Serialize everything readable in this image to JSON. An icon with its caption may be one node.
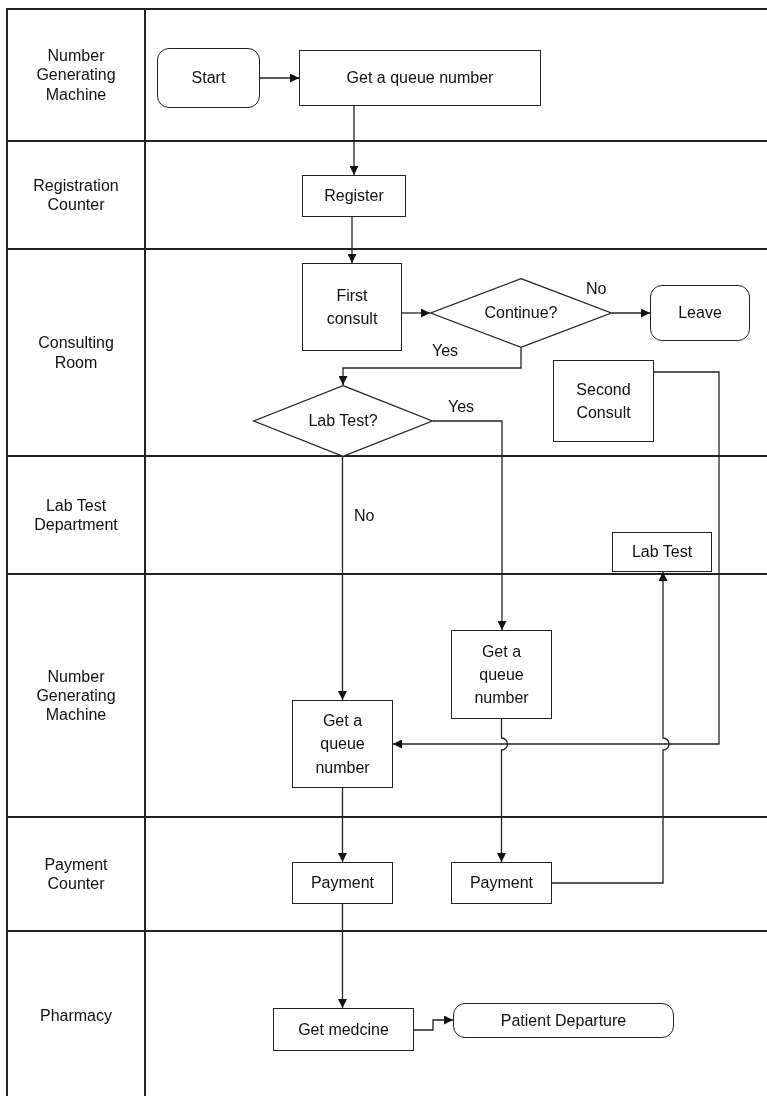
{
  "diagram": {
    "nodes": [
      {
        "text": [
          "Number Generating Machine"
        ]
      },
      {
        "text": [
          "Start"
        ],
        "in": 0
      },
      {
        "text": [
          "Get a queue number"
        ],
        "in": 0
      },
      {
        "text": [
          "Registration Counter"
        ]
      },
      {
        "text": [
          "Register"
        ],
        "in": 3
      },
      {
        "text": [
          "Consulting Room"
        ]
      },
      {
        "text": [
          "First consult"
        ],
        "in": 5
      },
      {
        "text": [
          "Continue?"
        ],
        "in": 5
      },
      {
        "text": [
          "Leave"
        ],
        "in": 5
      },
      {
        "text": [
          "Lab Test?"
        ],
        "in": 5
      },
      {
        "text": [
          "Second Consult"
        ],
        "in": 5
      },
      {
        "text": [
          "Lab Test Department"
        ]
      },
      {
        "text": [
          "Lab Test"
        ],
        "in": 11
      },
      {
        "text": [
          "Number Generating Machine"
        ]
      },
      {
        "text": [
          "Get a queue number"
        ],
        "in": 13
      },
      {
        "text": [
          "Get a queue number"
        ],
        "in": 13
      },
      {
        "text": [
          "Payment Counter"
        ]
      },
      {
        "text": [
          "Payment"
        ],
        "in": 16
      },
      {
        "text": [
          "Payment"
        ],
        "in": 16
      },
      {
        "text": [
          "Pharmacy"
        ]
      },
      {
        "text": [
          "Get medcine"
        ],
        "in": 19
      },
      {
        "text": [
          "Patient Departure"
        ],
        "in": 19
      }
    ],
    "edges": [
      {
        "from": 1,
        "to": 2,
        "arrow": "to"
      },
      {
        "from": 2,
        "to": 4,
        "arrow": "to"
      },
      {
        "from": 4,
        "to": 6,
        "arrow": "to"
      },
      {
        "from": 6,
        "to": 7,
        "arrow": "to"
      },
      {
        "from": 7,
        "to": 8,
        "arrow": "to",
        "label": "No"
      },
      {
        "from": 7,
        "to": 9,
        "arrow": "to",
        "label": "Yes"
      },
      {
        "from": 9,
        "to": 14,
        "arrow": "to",
        "label": "Yes"
      },
      {
        "from": 9,
        "to": 15,
        "arrow": "to",
        "label": "No"
      },
      {
        "from": 10,
        "to": 15,
        "arrow": "to"
      },
      {
        "from": 14,
        "to": 18,
        "arrow": "to"
      },
      {
        "from": 15,
        "to": 17,
        "arrow": "to"
      },
      {
        "from": 18,
        "to": 12,
        "arrow": "to"
      },
      {
        "from": 17,
        "to": 20,
        "arrow": "to"
      },
      {
        "from": 20,
        "to": 21,
        "arrow": "to"
      }
    ]
  }
}
